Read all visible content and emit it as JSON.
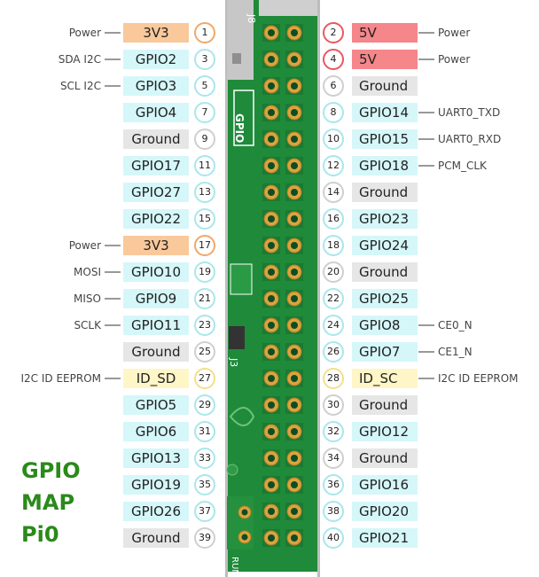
{
  "title_lines": [
    "GPIO",
    "MAP",
    "Pi0"
  ],
  "board": {
    "labels": [
      "J8",
      "GPIO",
      "RUN",
      "J3"
    ]
  },
  "colors": {
    "power_3v3": "#f9c89b",
    "power_5v": "#f5868a",
    "gpio": "#d5f7f9",
    "ground": "#e6e6e6",
    "eeprom": "#fff6c7",
    "board_green": "#1f8a3a"
  },
  "pins": [
    {
      "num": "1",
      "label": "3V3",
      "type": "power_3v3",
      "func": "Power"
    },
    {
      "num": "2",
      "label": "5V",
      "type": "power_5v",
      "func": "Power"
    },
    {
      "num": "3",
      "label": "GPIO2",
      "type": "gpio",
      "func": "SDA I2C"
    },
    {
      "num": "4",
      "label": "5V",
      "type": "power_5v",
      "func": "Power"
    },
    {
      "num": "5",
      "label": "GPIO3",
      "type": "gpio",
      "func": "SCL I2C"
    },
    {
      "num": "6",
      "label": "Ground",
      "type": "ground",
      "func": ""
    },
    {
      "num": "7",
      "label": "GPIO4",
      "type": "gpio",
      "func": ""
    },
    {
      "num": "8",
      "label": "GPIO14",
      "type": "gpio",
      "func": "UART0_TXD"
    },
    {
      "num": "9",
      "label": "Ground",
      "type": "ground",
      "func": ""
    },
    {
      "num": "10",
      "label": "GPIO15",
      "type": "gpio",
      "func": "UART0_RXD"
    },
    {
      "num": "11",
      "label": "GPIO17",
      "type": "gpio",
      "func": ""
    },
    {
      "num": "12",
      "label": "GPIO18",
      "type": "gpio",
      "func": "PCM_CLK"
    },
    {
      "num": "13",
      "label": "GPIO27",
      "type": "gpio",
      "func": ""
    },
    {
      "num": "14",
      "label": "Ground",
      "type": "ground",
      "func": ""
    },
    {
      "num": "15",
      "label": "GPIO22",
      "type": "gpio",
      "func": ""
    },
    {
      "num": "16",
      "label": "GPIO23",
      "type": "gpio",
      "func": ""
    },
    {
      "num": "17",
      "label": "3V3",
      "type": "power_3v3",
      "func": "Power"
    },
    {
      "num": "18",
      "label": "GPIO24",
      "type": "gpio",
      "func": ""
    },
    {
      "num": "19",
      "label": "GPIO10",
      "type": "gpio",
      "func": "MOSI"
    },
    {
      "num": "20",
      "label": "Ground",
      "type": "ground",
      "func": ""
    },
    {
      "num": "21",
      "label": "GPIO9",
      "type": "gpio",
      "func": "MISO"
    },
    {
      "num": "22",
      "label": "GPIO25",
      "type": "gpio",
      "func": ""
    },
    {
      "num": "23",
      "label": "GPIO11",
      "type": "gpio",
      "func": "SCLK"
    },
    {
      "num": "24",
      "label": "GPIO8",
      "type": "gpio",
      "func": "CE0_N"
    },
    {
      "num": "25",
      "label": "Ground",
      "type": "ground",
      "func": ""
    },
    {
      "num": "26",
      "label": "GPIO7",
      "type": "gpio",
      "func": "CE1_N"
    },
    {
      "num": "27",
      "label": "ID_SD",
      "type": "eeprom",
      "func": "I2C ID EEPROM"
    },
    {
      "num": "28",
      "label": "ID_SC",
      "type": "eeprom",
      "func": "I2C ID EEPROM"
    },
    {
      "num": "29",
      "label": "GPIO5",
      "type": "gpio",
      "func": ""
    },
    {
      "num": "30",
      "label": "Ground",
      "type": "ground",
      "func": ""
    },
    {
      "num": "31",
      "label": "GPIO6",
      "type": "gpio",
      "func": ""
    },
    {
      "num": "32",
      "label": "GPIO12",
      "type": "gpio",
      "func": ""
    },
    {
      "num": "33",
      "label": "GPIO13",
      "type": "gpio",
      "func": ""
    },
    {
      "num": "34",
      "label": "Ground",
      "type": "ground",
      "func": ""
    },
    {
      "num": "35",
      "label": "GPIO19",
      "type": "gpio",
      "func": ""
    },
    {
      "num": "36",
      "label": "GPIO16",
      "type": "gpio",
      "func": ""
    },
    {
      "num": "37",
      "label": "GPIO26",
      "type": "gpio",
      "func": ""
    },
    {
      "num": "38",
      "label": "GPIO20",
      "type": "gpio",
      "func": ""
    },
    {
      "num": "39",
      "label": "Ground",
      "type": "ground",
      "func": ""
    },
    {
      "num": "40",
      "label": "GPIO21",
      "type": "gpio",
      "func": ""
    }
  ]
}
